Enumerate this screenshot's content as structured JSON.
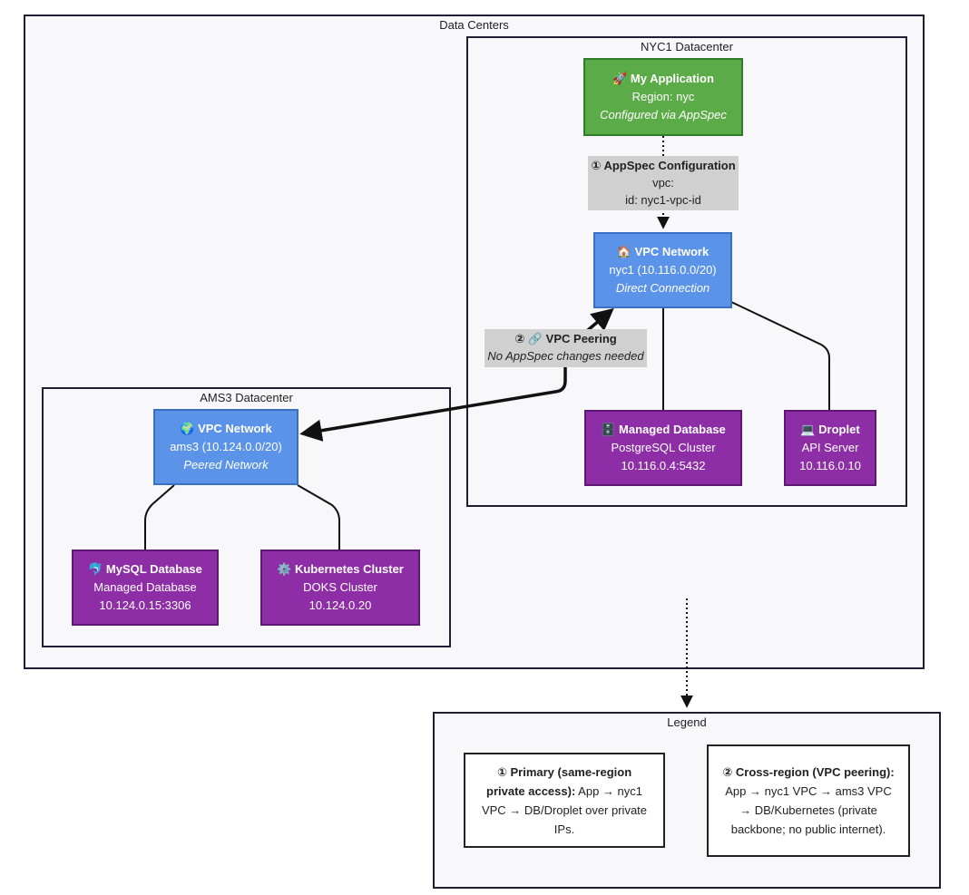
{
  "clusters": {
    "data_centers": "Data Centers",
    "nyc1": "NYC1 Datacenter",
    "ams3": "AMS3 Datacenter",
    "legend": "Legend"
  },
  "nodes": {
    "my_app": {
      "icon": "🚀",
      "title": "My Application",
      "line1": "Region: nyc",
      "line2": "Configured via AppSpec"
    },
    "vpc_nyc1": {
      "icon": "🏠",
      "title": "VPC Network",
      "line1": "nyc1 (10.116.0.0/20)",
      "line2": "Direct Connection"
    },
    "vpc_ams3": {
      "icon": "🌍",
      "title": "VPC Network",
      "line1": "ams3 (10.124.0.0/20)",
      "line2": "Peered Network"
    },
    "managed_db": {
      "icon": "🗄️",
      "title": "Managed Database",
      "line1": "PostgreSQL Cluster",
      "line2": "10.116.0.4:5432"
    },
    "droplet": {
      "icon": "💻",
      "title": "Droplet",
      "line1": "API Server",
      "line2": "10.116.0.10"
    },
    "mysql": {
      "icon": "🐬",
      "title": "MySQL Database",
      "line1": "Managed Database",
      "line2": "10.124.0.15:3306"
    },
    "k8s": {
      "icon": "⚙️",
      "title": "Kubernetes Cluster",
      "line1": "DOKS Cluster",
      "line2": "10.124.0.20"
    }
  },
  "edge_labels": {
    "appspec": {
      "title": "① AppSpec Configuration",
      "line1": "vpc:",
      "line2": "id: nyc1-vpc-id"
    },
    "peering": {
      "title": "② 🔗 VPC Peering",
      "line1": "No AppSpec changes needed"
    }
  },
  "legend": {
    "primary": {
      "bold": "① Primary (same-region private access):",
      "text": " App → nyc1 VPC → DB/Droplet over private IPs."
    },
    "cross": {
      "bold": "② Cross-region (VPC peering):",
      "text": " App → nyc1 VPC → ams3 VPC → DB/Kubernetes (private backbone; no public internet)."
    }
  },
  "colors": {
    "app_node": "#5cab49",
    "vpc_node": "#5b93e8",
    "resource_node": "#8e2ea6",
    "edge_label_bg": "#d0d0d0"
  }
}
